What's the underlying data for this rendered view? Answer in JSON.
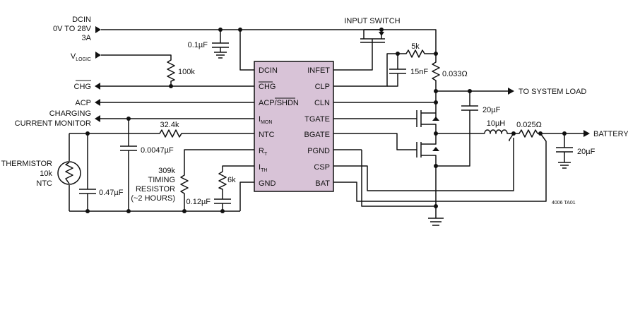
{
  "colors": {
    "ic_body": "#d8c3d7",
    "wire": "#111111",
    "background": "#ffffff"
  },
  "inputs": {
    "dcin": [
      "DCIN",
      "0V TO 28V",
      "3A"
    ],
    "vlogic_main": "V",
    "vlogic_sub": "LOGIC",
    "chg": "CHG",
    "acp": "ACP",
    "charging_monitor": [
      "CHARGING",
      "CURRENT MONITOR"
    ],
    "thermistor": [
      "THERMISTOR",
      "10k",
      "NTC"
    ]
  },
  "ic": {
    "left_pins": [
      {
        "main": "DCIN",
        "sub": ""
      },
      {
        "main": "CHG",
        "sub": ""
      },
      {
        "main": "ACP/",
        "main2": "SHDN",
        "sub": ""
      },
      {
        "main": "I",
        "sub": "MON"
      },
      {
        "main": "NTC",
        "sub": ""
      },
      {
        "main": "R",
        "sub": "T"
      },
      {
        "main": "I",
        "sub": "TH"
      },
      {
        "main": "GND",
        "sub": ""
      }
    ],
    "right_pins": [
      "INFET",
      "CLP",
      "CLN",
      "TGATE",
      "BGATE",
      "PGND",
      "CSP",
      "BAT"
    ]
  },
  "components": {
    "c_in": "0.1µF",
    "r_logic": "100k",
    "input_switch": "INPUT SWITCH",
    "r_clp": "5k",
    "c_clp": "15nF",
    "r_sense_in": "0.033Ω",
    "c_load": "20µF",
    "inductor": "10µH",
    "r_sense_bat": "0.025Ω",
    "c_bat": "20µF",
    "r_ntc": "32.4k",
    "c_ntc": "0.0047µF",
    "c_imon": "0.47µF",
    "r_timing": "309k",
    "timing_label": [
      "TIMING",
      "RESISTOR",
      "(~2 HOURS)"
    ],
    "r_ith": "6k",
    "c_ith": "0.12µF"
  },
  "outputs": {
    "system_load": "TO SYSTEM LOAD",
    "battery": "BATTERY"
  },
  "figure_code": "4006 TA01"
}
